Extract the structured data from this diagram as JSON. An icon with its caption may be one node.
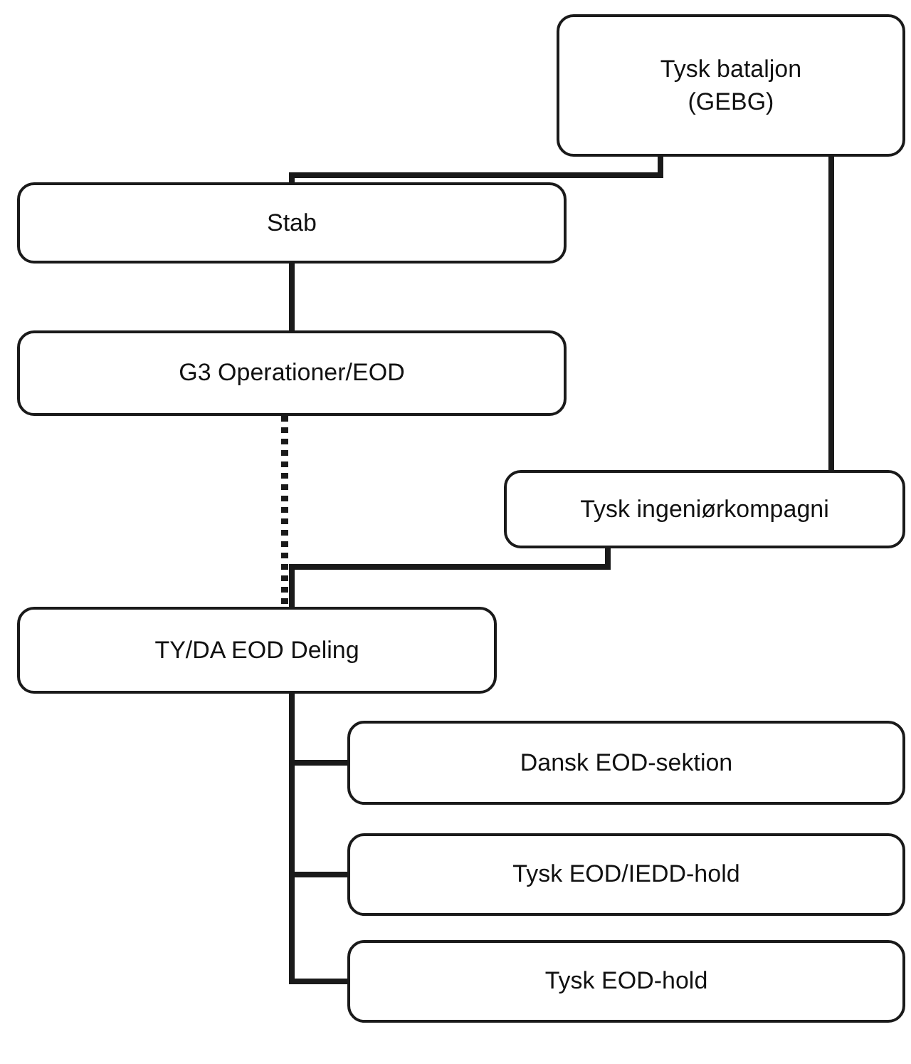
{
  "diagram": {
    "nodes": [
      {
        "text": [
          "Tysk bataljon (GEBG)"
        ]
      },
      {
        "text": [
          "Stab"
        ]
      },
      {
        "text": [
          "G3 Operationer/EOD"
        ]
      },
      {
        "text": [
          "Tysk ingeniørkompagni"
        ]
      },
      {
        "text": [
          "TY/DA EOD Deling"
        ]
      },
      {
        "text": [
          "Dansk EOD-sektion"
        ]
      },
      {
        "text": [
          "Tysk EOD/IEDD-hold"
        ]
      },
      {
        "text": [
          "Tysk EOD-hold"
        ]
      }
    ],
    "edges": [
      {
        "from": 0,
        "to": 1,
        "arrow": "none"
      },
      {
        "from": 0,
        "to": 3,
        "arrow": "none"
      },
      {
        "from": 1,
        "to": 2,
        "arrow": "none"
      },
      {
        "from": 2,
        "to": 4,
        "arrow": "none",
        "style": "dashed"
      },
      {
        "from": 3,
        "to": 4,
        "arrow": "none"
      },
      {
        "from": 4,
        "to": 5,
        "arrow": "none"
      },
      {
        "from": 4,
        "to": 6,
        "arrow": "none"
      },
      {
        "from": 4,
        "to": 7,
        "arrow": "none"
      }
    ]
  }
}
